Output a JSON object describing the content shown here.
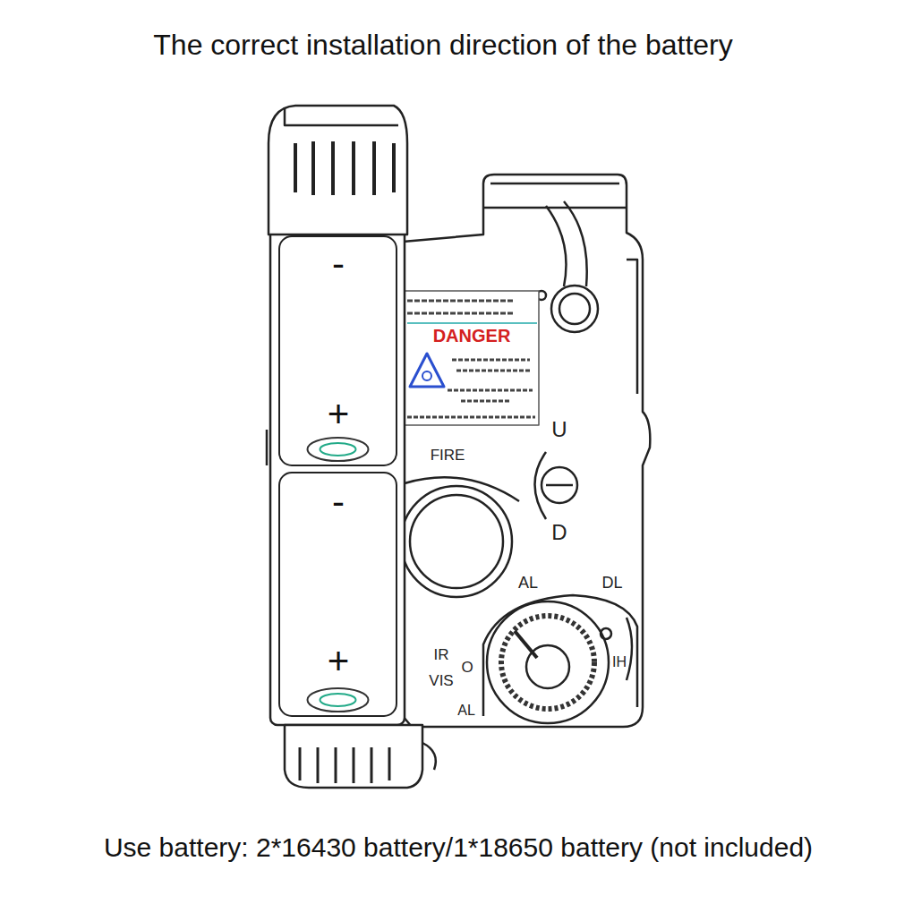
{
  "diagram": {
    "title": "The correct installation direction of the battery",
    "caption": "Use battery: 2*16430 battery/1*18650 battery (not included)",
    "nodes": [
      {
        "text": [
          "-",
          "+"
        ]
      },
      {
        "text": [
          "-",
          "+"
        ]
      }
    ],
    "labels": [
      "DANGER",
      "FIRE",
      "U",
      "D",
      "AL",
      "DL",
      "IR",
      "VIS",
      "O",
      "AL",
      "IH"
    ]
  }
}
